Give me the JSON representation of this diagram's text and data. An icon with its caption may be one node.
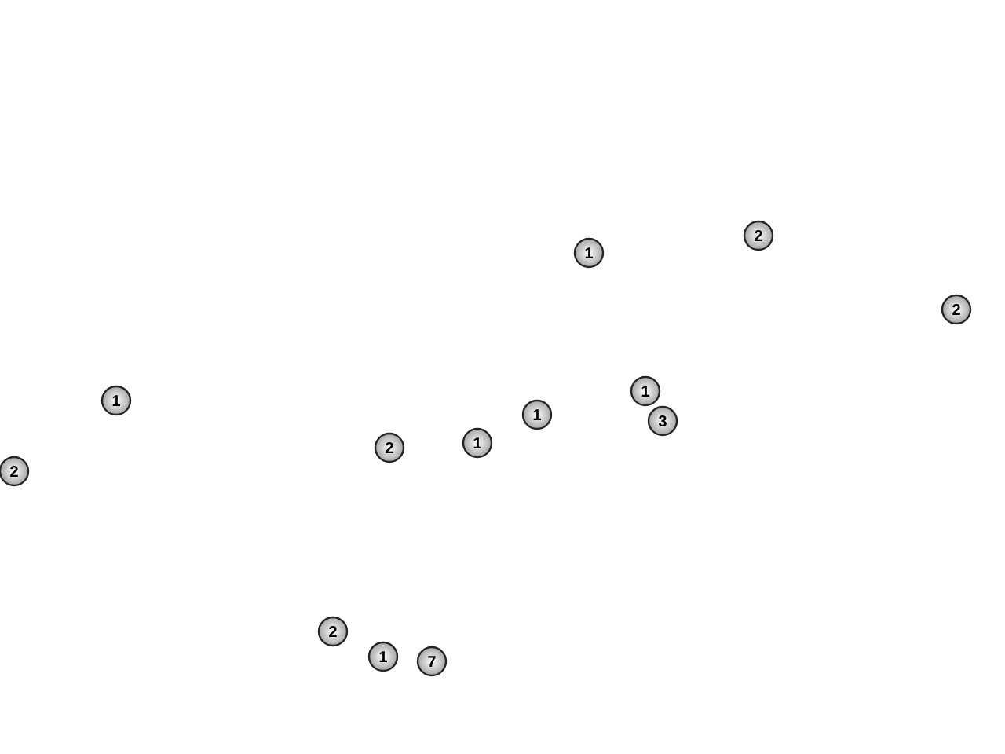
{
  "diagram": {
    "nodes": [
      {
        "text": [
          "2"
        ]
      },
      {
        "text": [
          "1"
        ]
      },
      {
        "text": [
          "2"
        ]
      },
      {
        "text": [
          "1"
        ]
      },
      {
        "text": [
          "1"
        ]
      },
      {
        "text": [
          "1"
        ]
      },
      {
        "text": [
          "3"
        ]
      },
      {
        "text": [
          "1"
        ]
      },
      {
        "text": [
          "2"
        ]
      },
      {
        "text": [
          "2"
        ]
      },
      {
        "text": [
          "2"
        ]
      },
      {
        "text": [
          "1"
        ]
      },
      {
        "text": [
          "7"
        ]
      }
    ]
  }
}
